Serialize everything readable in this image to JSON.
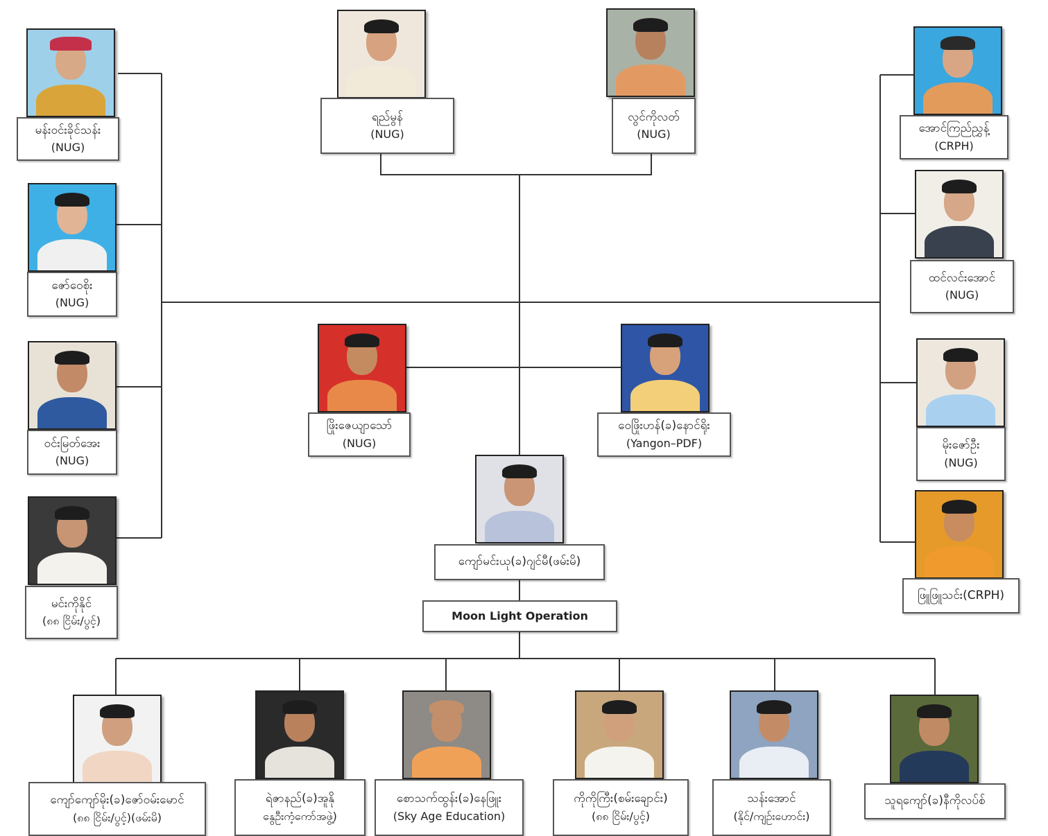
{
  "center": {
    "top_left": {
      "name": "ရည်မွန်",
      "org": "(NUG)",
      "colors": {
        "bg": "#efe7dc",
        "skin": "#d6a27f",
        "shirt": "#f2ead8",
        "hair": "#1d1d1d"
      }
    },
    "top_right": {
      "name": "လွင်ကိုလတ်",
      "org": "(NUG)",
      "colors": {
        "bg": "#a9b2a6",
        "skin": "#b8815e",
        "shirt": "#e39a62",
        "hair": "#1d1d1d"
      }
    },
    "mid_left": {
      "name": "ဖြိုးဇေယျာသော်",
      "org": "(NUG)",
      "colors": {
        "bg": "#d6302a",
        "skin": "#c48a60",
        "shirt": "#e8894a",
        "hair": "#1d1d1d"
      }
    },
    "mid_right": {
      "name": "ဝေဖြိုးဟန်(ခ)နောင်ရိုး",
      "org": "(Yangon–PDF)",
      "colors": {
        "bg": "#2f55a6",
        "skin": "#d7a27a",
        "shirt": "#f3cf7a",
        "hair": "#1d1d1d"
      }
    },
    "main": {
      "name": "ကျော်မင်းယု(ခ)ဂျင်မီ(ဖမ်းမိ)",
      "colors": {
        "bg": "#dfe1e6",
        "skin": "#c99574",
        "shirt": "#b8c3db",
        "hair": "#1d1d1d"
      }
    },
    "operation": "Moon Light Operation"
  },
  "left_column": [
    {
      "name": "မန်းဝင်းခိုင်သန်း",
      "org": "(NUG)",
      "colors": {
        "bg": "#9ed0ea",
        "skin": "#d8a987",
        "shirt": "#d9a53b",
        "cap": "#c4304a"
      }
    },
    {
      "name": "ဇော်ဝေစိုး",
      "org": "(NUG)",
      "colors": {
        "bg": "#3eb0e6",
        "skin": "#e1b495",
        "shirt": "#f0f0f0",
        "hair": "#1d1d1d"
      }
    },
    {
      "name": "ဝင်းမြတ်အေး",
      "org": "(NUG)",
      "colors": {
        "bg": "#e8e2d6",
        "skin": "#c28a67",
        "shirt": "#2f5aa0",
        "hair": "#1d1d1d"
      }
    },
    {
      "name": "မင်းကိုနိုင်",
      "org": "(၈၈ ငြိမ်း/ပွင့်)",
      "colors": {
        "bg": "#3a3a3a",
        "skin": "#c79574",
        "shirt": "#f4f2ec",
        "hair": "#1d1d1d"
      }
    }
  ],
  "right_column": [
    {
      "name": "အောင်ကြည်ညွှန့်",
      "org": "(CRPH)",
      "colors": {
        "bg": "#3aa7df",
        "skin": "#d8a684",
        "shirt": "#e39b5c",
        "hair": "#2a2a2a"
      }
    },
    {
      "name": "ထင်လင်းအောင်",
      "org": "(NUG)",
      "colors": {
        "bg": "#f1eee8",
        "skin": "#d6a788",
        "shirt": "#39414e",
        "hair": "#1d1d1d"
      }
    },
    {
      "name": "မိုးဇော်ဦး",
      "org": "(NUG)",
      "colors": {
        "bg": "#ede7de",
        "skin": "#d2a181",
        "shirt": "#a9d0ef",
        "hair": "#1d1d1d"
      }
    },
    {
      "name": "ဖြူဖြူသင်း(CRPH)",
      "org": "",
      "colors": {
        "bg": "#e59a2a",
        "skin": "#c98c5f",
        "shirt": "#f09a2e",
        "hair": "#1d1d1d"
      }
    }
  ],
  "bottom_row": [
    {
      "line1": "ကျော်ကျော်မိုး(ခ)ဇော်ဝမ်းမောင်",
      "line2": "(၈၈ ငြိမ်း/ပွင့်)(ဖမ်းမိ)",
      "colors": {
        "bg": "#f2f2f2",
        "skin": "#cf9f80",
        "shirt": "#f1d6c4",
        "hair": "#1d1d1d"
      }
    },
    {
      "line1": "ရဲဇာနည်(ခ)အူနို",
      "line2": "နွေဦးကံ့ကော်အဖွဲ့)",
      "colors": {
        "bg": "#2a2a2a",
        "skin": "#b9825d",
        "shirt": "#e6e3dc",
        "hair": "#1d1d1d"
      }
    },
    {
      "line1": "စောသက်ထွန်း(ခ)နေဖြူး",
      "line2": "(Sky Age Education)",
      "colors": {
        "bg": "#8e8a86",
        "skin": "#c28f6a",
        "shirt": "#f0a158",
        "hair": "#c28f6a"
      }
    },
    {
      "line1": "ကိုကိုကြီး(စမ်းချောင်း)",
      "line2": "(၈၈ ငြိမ်း/ပွင့်)",
      "colors": {
        "bg": "#c9a77c",
        "skin": "#d0a07d",
        "shirt": "#f4f3ee",
        "hair": "#1d1d1d"
      }
    },
    {
      "line1": "သန်းအောင်",
      "line2": "(နိုင်/ကျဉ်းဟောင်း)",
      "colors": {
        "bg": "#8ea4c0",
        "skin": "#c48c66",
        "shirt": "#e9eef4",
        "hair": "#1d1d1d"
      }
    },
    {
      "line1": "သူရကျော်(ခ)နီကိုလပ်စ်",
      "line2": "",
      "colors": {
        "bg": "#5a6a3a",
        "skin": "#c08a64",
        "shirt": "#243a5a",
        "hair": "#1d1d1d"
      }
    }
  ]
}
